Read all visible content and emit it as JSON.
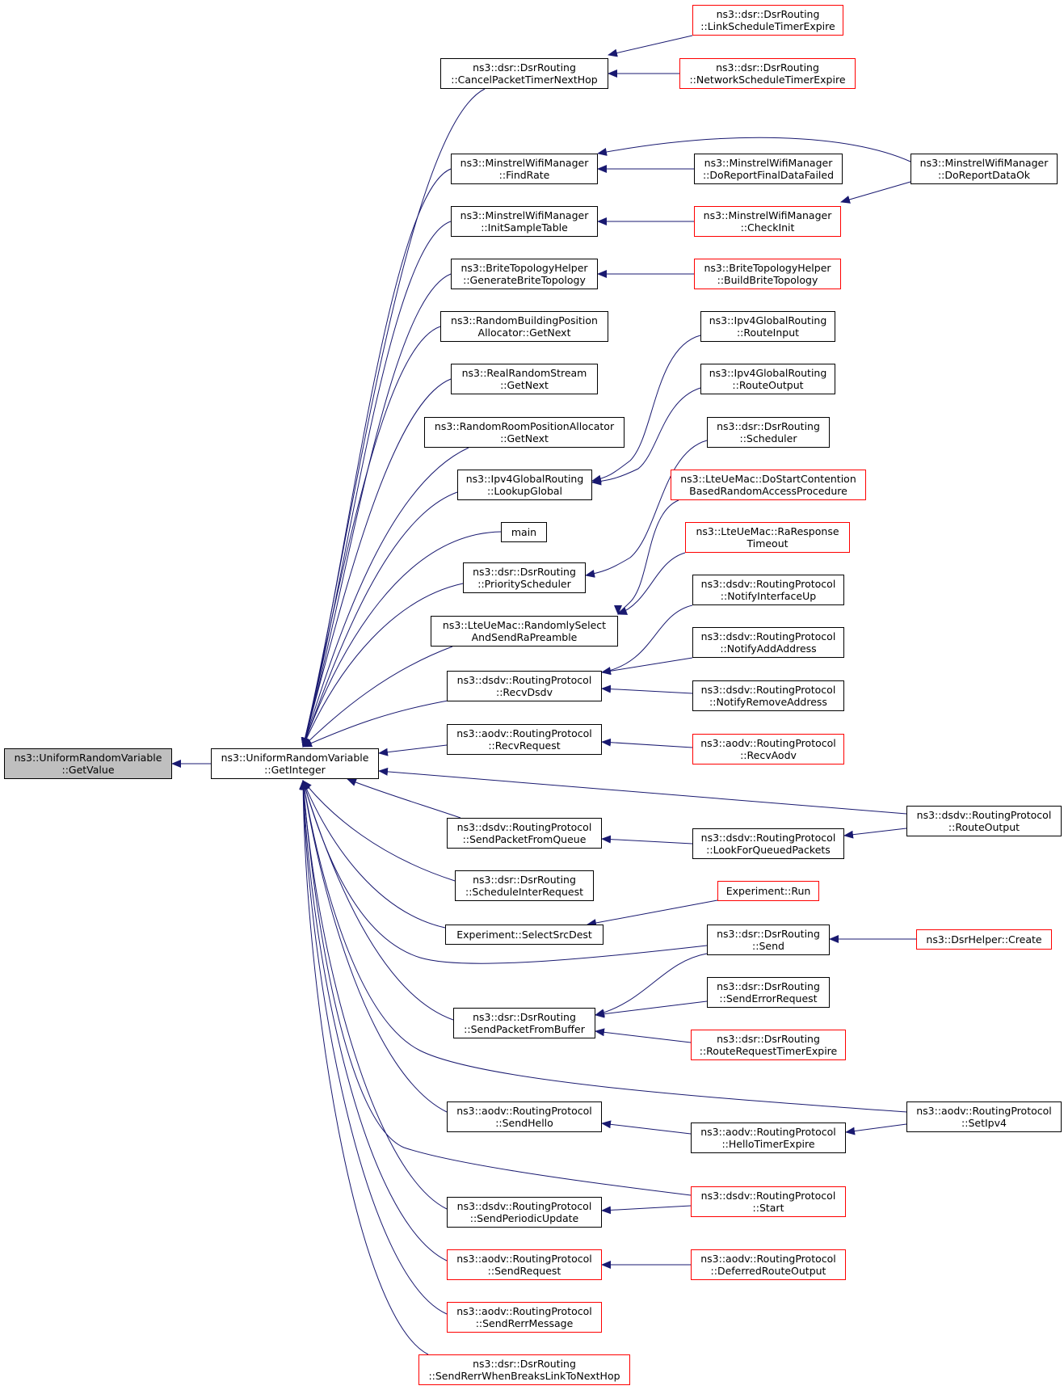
{
  "colors": {
    "edge": "#191970",
    "node_border": "#000000",
    "node_border_external": "#ff0000",
    "root_fill": "#bfbfbf",
    "node_fill": "#ffffff"
  },
  "nodes": {
    "getvalue": [
      "ns3::UniformRandomVariable",
      "::GetValue"
    ],
    "getinteger": [
      "ns3::UniformRandomVariable",
      "::GetInteger"
    ],
    "cancelpacket": [
      "ns3::dsr::DsrRouting",
      "::CancelPacketTimerNextHop"
    ],
    "linkschedule": [
      "ns3::dsr::DsrRouting",
      "::LinkScheduleTimerExpire"
    ],
    "networkschedule": [
      "ns3::dsr::DsrRouting",
      "::NetworkScheduleTimerExpire"
    ],
    "findrate": [
      "ns3::MinstrelWifiManager",
      "::FindRate"
    ],
    "doreportfinal": [
      "ns3::MinstrelWifiManager",
      "::DoReportFinalDataFailed"
    ],
    "doreportok": [
      "ns3::MinstrelWifiManager",
      "::DoReportDataOk"
    ],
    "initsample": [
      "ns3::MinstrelWifiManager",
      "::InitSampleTable"
    ],
    "checkinit": [
      "ns3::MinstrelWifiManager",
      "::CheckInit"
    ],
    "generatebrite": [
      "ns3::BriteTopologyHelper",
      "::GenerateBriteTopology"
    ],
    "buildbrite": [
      "ns3::BriteTopologyHelper",
      "::BuildBriteTopology"
    ],
    "randombuilding": [
      "ns3::RandomBuildingPosition",
      "Allocator::GetNext"
    ],
    "realrandom": [
      "ns3::RealRandomStream",
      "::GetNext"
    ],
    "randomroom": [
      "ns3::RandomRoomPositionAllocator",
      "::GetNext"
    ],
    "lookupglobal": [
      "ns3::Ipv4GlobalRouting",
      "::LookupGlobal"
    ],
    "routeinput": [
      "ns3::Ipv4GlobalRouting",
      "::RouteInput"
    ],
    "routeoutput4": [
      "ns3::Ipv4GlobalRouting",
      "::RouteOutput"
    ],
    "main": [
      "main"
    ],
    "priorityscheduler": [
      "ns3::dsr::DsrRouting",
      "::PriorityScheduler"
    ],
    "scheduler": [
      "ns3::dsr::DsrRouting",
      "::Scheduler"
    ],
    "randomlyselect": [
      "ns3::LteUeMac::RandomlySelect",
      "AndSendRaPreamble"
    ],
    "dostartcontention": [
      "ns3::LteUeMac::DoStartContention",
      "BasedRandomAccessProcedure"
    ],
    "raresponse": [
      "ns3::LteUeMac::RaResponse",
      "Timeout"
    ],
    "recvdsdv": [
      "ns3::dsdv::RoutingProtocol",
      "::RecvDsdv"
    ],
    "notifyinterfaceup": [
      "ns3::dsdv::RoutingProtocol",
      "::NotifyInterfaceUp"
    ],
    "notifyaddaddress": [
      "ns3::dsdv::RoutingProtocol",
      "::NotifyAddAddress"
    ],
    "notifyremoveaddress": [
      "ns3::dsdv::RoutingProtocol",
      "::NotifyRemoveAddress"
    ],
    "recvrequest": [
      "ns3::aodv::RoutingProtocol",
      "::RecvRequest"
    ],
    "recvaodv": [
      "ns3::aodv::RoutingProtocol",
      "::RecvAodv"
    ],
    "sendpacketfromqueue": [
      "ns3::dsdv::RoutingProtocol",
      "::SendPacketFromQueue"
    ],
    "lookforqueued": [
      "ns3::dsdv::RoutingProtocol",
      "::LookForQueuedPackets"
    ],
    "routeoutputdsdv": [
      "ns3::dsdv::RoutingProtocol",
      "::RouteOutput"
    ],
    "scheduleinter": [
      "ns3::dsr::DsrRouting",
      "::ScheduleInterRequest"
    ],
    "selectsrcdest": [
      "Experiment::SelectSrcDest"
    ],
    "experimentrun": [
      "Experiment::Run"
    ],
    "send": [
      "ns3::dsr::DsrRouting",
      "::Send"
    ],
    "dsrhelpercreate": [
      "ns3::DsrHelper::Create"
    ],
    "sendpacketfrombuffer": [
      "ns3::dsr::DsrRouting",
      "::SendPacketFromBuffer"
    ],
    "senderrorrequest": [
      "ns3::dsr::DsrRouting",
      "::SendErrorRequest"
    ],
    "routerequesttimer": [
      "ns3::dsr::DsrRouting",
      "::RouteRequestTimerExpire"
    ],
    "setipv4": [
      "ns3::aodv::RoutingProtocol",
      "::SetIpv4"
    ],
    "sendhello": [
      "ns3::aodv::RoutingProtocol",
      "::SendHello"
    ],
    "hellotimer": [
      "ns3::aodv::RoutingProtocol",
      "::HelloTimerExpire"
    ],
    "start": [
      "ns3::dsdv::RoutingProtocol",
      "::Start"
    ],
    "sendperiodic": [
      "ns3::dsdv::RoutingProtocol",
      "::SendPeriodicUpdate"
    ],
    "sendrequest": [
      "ns3::aodv::RoutingProtocol",
      "::SendRequest"
    ],
    "deferredroute": [
      "ns3::aodv::RoutingProtocol",
      "::DeferredRouteOutput"
    ],
    "sendrerr": [
      "ns3::aodv::RoutingProtocol",
      "::SendRerrMessage"
    ],
    "sendrerrwhen": [
      "ns3::dsr::DsrRouting",
      "::SendRerrWhenBreaksLinkToNextHop"
    ]
  }
}
